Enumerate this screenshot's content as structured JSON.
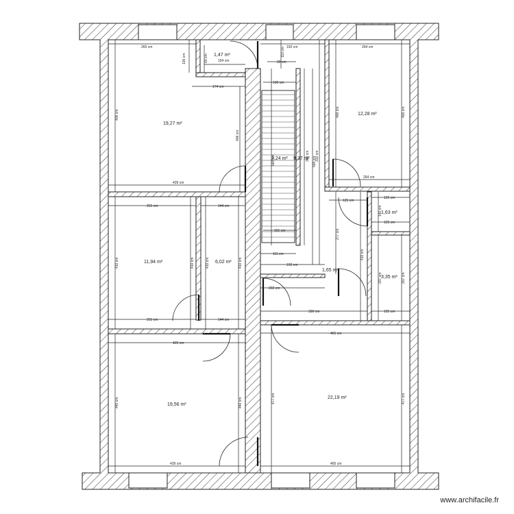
{
  "watermark": "www.archifacile.fr",
  "areas": [
    "19,27 m²",
    "1,47 m²",
    "2,24 m²",
    "9,27 m²",
    "12,28 m²",
    "1,63 m²",
    "11,94 m²",
    "6,02 m²",
    "1,65 m²",
    "3,35 m²",
    "19,56 m²",
    "22,19 m²"
  ],
  "dims": [
    "265 cm",
    "154 cm",
    "174 cm",
    "192 cm",
    "264 cm",
    "100 cm",
    "92 cm",
    "439 cm",
    "264 cm",
    "255 cm",
    "144 cm",
    "125 cm",
    "125 cm",
    "125 cm",
    "111 cm",
    "192 cm",
    "101 cm",
    "202 cm",
    "330 cm",
    "125 cm",
    "255 cm",
    "144 cm",
    "439 cm",
    "465 cm",
    "439 cm",
    "465 cm",
    "406 cm",
    "406 cm",
    "390 cm",
    "310 cm",
    "400 cm",
    "400 cm",
    "410 cm",
    "410 cm",
    "410 cm",
    "410 cm",
    "440 cm",
    "440 cm",
    "477 cm",
    "477 cm",
    "277 cm",
    "140 cm",
    "207 cm",
    "207 cm",
    "100 cm",
    "60 cm",
    "584 cm",
    "594 cm",
    "410 cm",
    "110 cm"
  ]
}
